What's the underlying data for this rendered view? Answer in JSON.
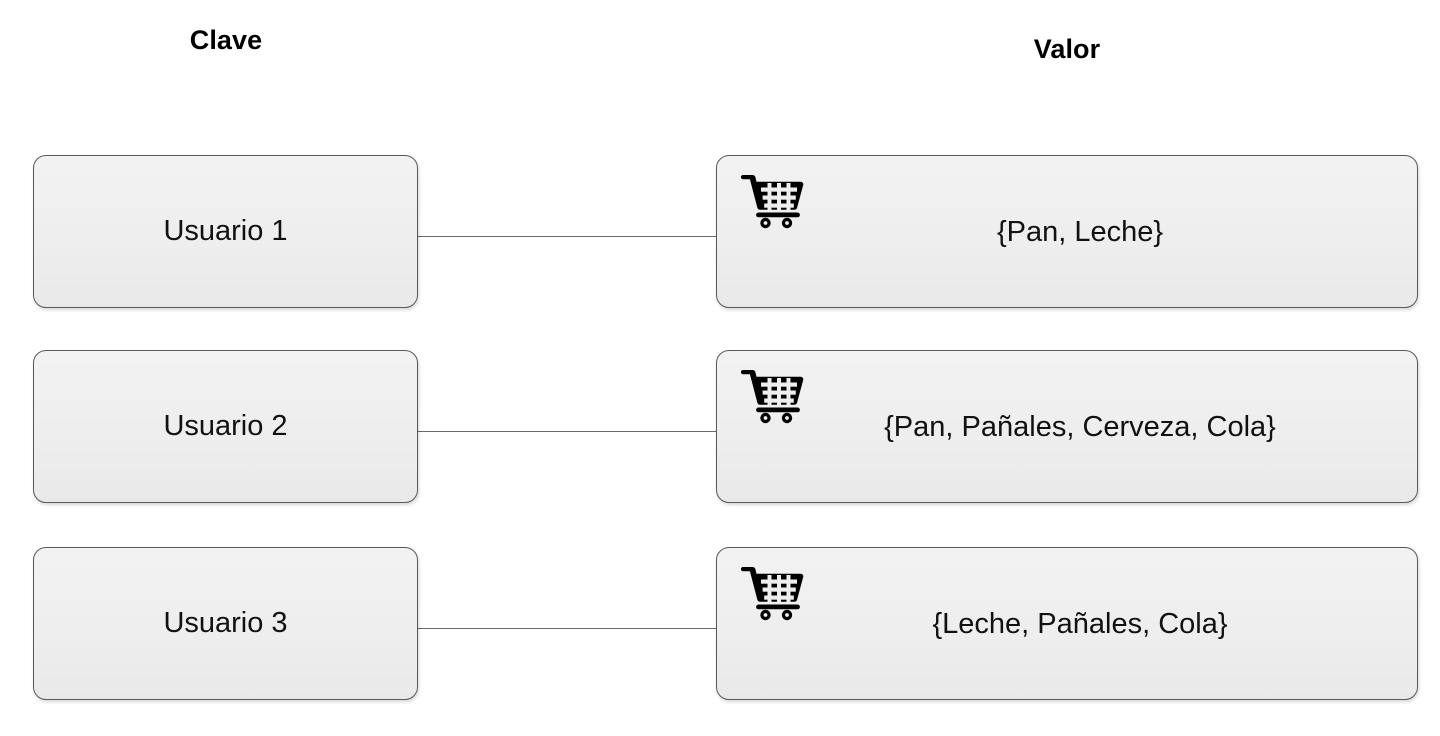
{
  "page": {
    "background_color": "#ffffff",
    "node_fill_color": "#eeeeee",
    "node_border_color": "#595959",
    "connector_color": "#6b6b6b",
    "text_color": "#111111"
  },
  "headers": {
    "key_column": "Clave",
    "value_column": "Valor"
  },
  "icons": {
    "cart": "shopping-cart-icon"
  },
  "rows": [
    {
      "key": "Usuario 1",
      "value": "{Pan, Leche}",
      "items": [
        "Pan",
        "Leche"
      ]
    },
    {
      "key": "Usuario 2",
      "value": "{Pan, Pañales, Cerveza, Cola}",
      "items": [
        "Pan",
        "Pañales",
        "Cerveza",
        "Cola"
      ]
    },
    {
      "key": "Usuario 3",
      "value": "{Leche, Pañales, Cola}",
      "items": [
        "Leche",
        "Pañales",
        "Cola"
      ]
    }
  ]
}
